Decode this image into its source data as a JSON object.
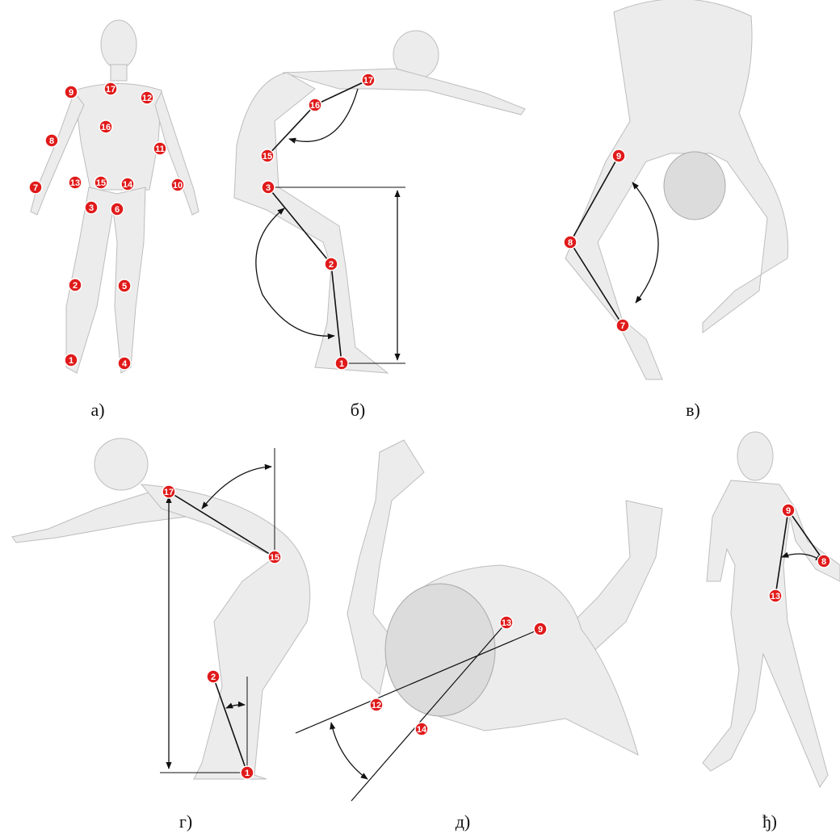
{
  "panels": [
    {
      "id": "a",
      "caption": "а)",
      "markers": [
        "1",
        "2",
        "3",
        "4",
        "5",
        "6",
        "7",
        "8",
        "9",
        "10",
        "11",
        "12",
        "13",
        "14",
        "15",
        "16",
        "17"
      ]
    },
    {
      "id": "b",
      "caption": "б)",
      "markers": [
        "17",
        "16",
        "15",
        "3",
        "2",
        "1"
      ]
    },
    {
      "id": "v",
      "caption": "в)",
      "markers": [
        "9",
        "8",
        "7"
      ]
    },
    {
      "id": "g",
      "caption": "г)",
      "markers": [
        "17",
        "15",
        "2",
        "1"
      ]
    },
    {
      "id": "d",
      "caption": "д)",
      "markers": [
        "13",
        "9",
        "12",
        "14"
      ]
    },
    {
      "id": "dj",
      "caption": "ђ)",
      "markers": [
        "9",
        "8",
        "13"
      ]
    }
  ],
  "colors": {
    "marker_fill": "#e01a1a",
    "marker_stroke": "#ffffff",
    "figure": "#ececec",
    "line": "#111111"
  }
}
